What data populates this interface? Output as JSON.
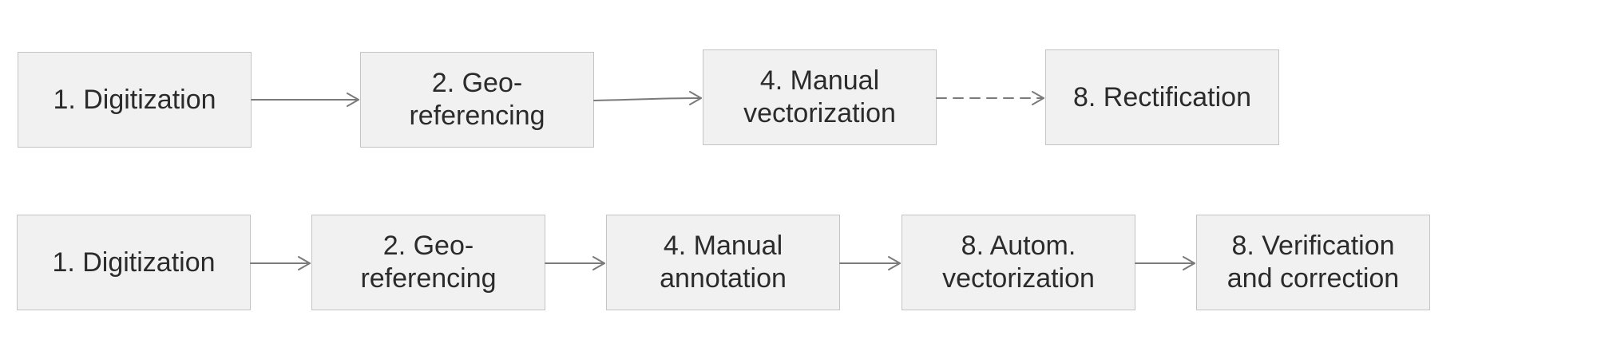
{
  "workflows": [
    {
      "steps": [
        {
          "label": "1. Digitization"
        },
        {
          "label": "2. Geo-\nreferencing"
        },
        {
          "label": "4. Manual\nvectorization"
        },
        {
          "label": "8. Rectification"
        }
      ],
      "connectors": [
        "solid",
        "solid",
        "dashed"
      ]
    },
    {
      "steps": [
        {
          "label": "1. Digitization"
        },
        {
          "label": "2. Geo-\nreferencing"
        },
        {
          "label": "4. Manual\nannotation"
        },
        {
          "label": "8. Autom.\nvectorization"
        },
        {
          "label": "8. Verification\nand correction"
        }
      ],
      "connectors": [
        "solid",
        "solid",
        "solid",
        "solid"
      ]
    }
  ],
  "colors": {
    "box_fill": "#f1f1f1",
    "box_border": "#c4c4c4",
    "text": "#2b2b2b",
    "arrow": "#7a7a7a"
  }
}
